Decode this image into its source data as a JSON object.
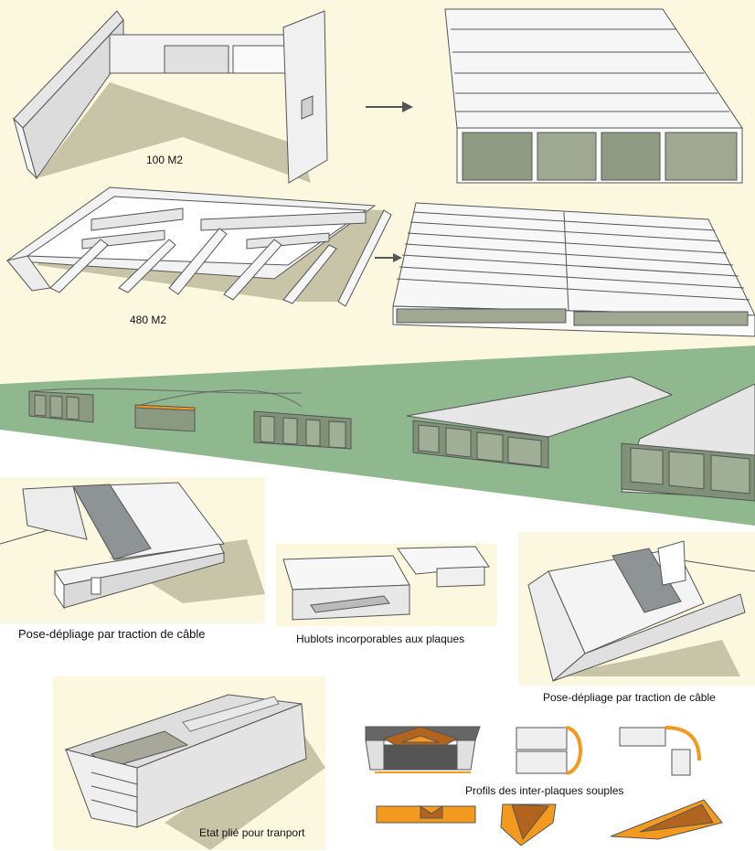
{
  "labels": {
    "area_small": "100 M2",
    "area_large": "480 M2",
    "cable_unfold_left": "Pose-dépliage par traction de câble",
    "portholes": "Hublots incorporables aux plaques",
    "cable_unfold_right": "Pose-dépliage par traction de câble",
    "flexible_profiles": "Profils des inter-plaques souples",
    "folded_transport": "Etat plié pour tranport"
  },
  "colors": {
    "cream": "#fbf8df",
    "grass": "#90b88e",
    "wall_light": "#f2f2f2",
    "wall_shade": "#d2d2d2",
    "shadow": "#c8c4a8",
    "glass": "#8e9a82",
    "orange": "#f39a1e",
    "brown": "#b0641e",
    "outline": "#555555"
  }
}
